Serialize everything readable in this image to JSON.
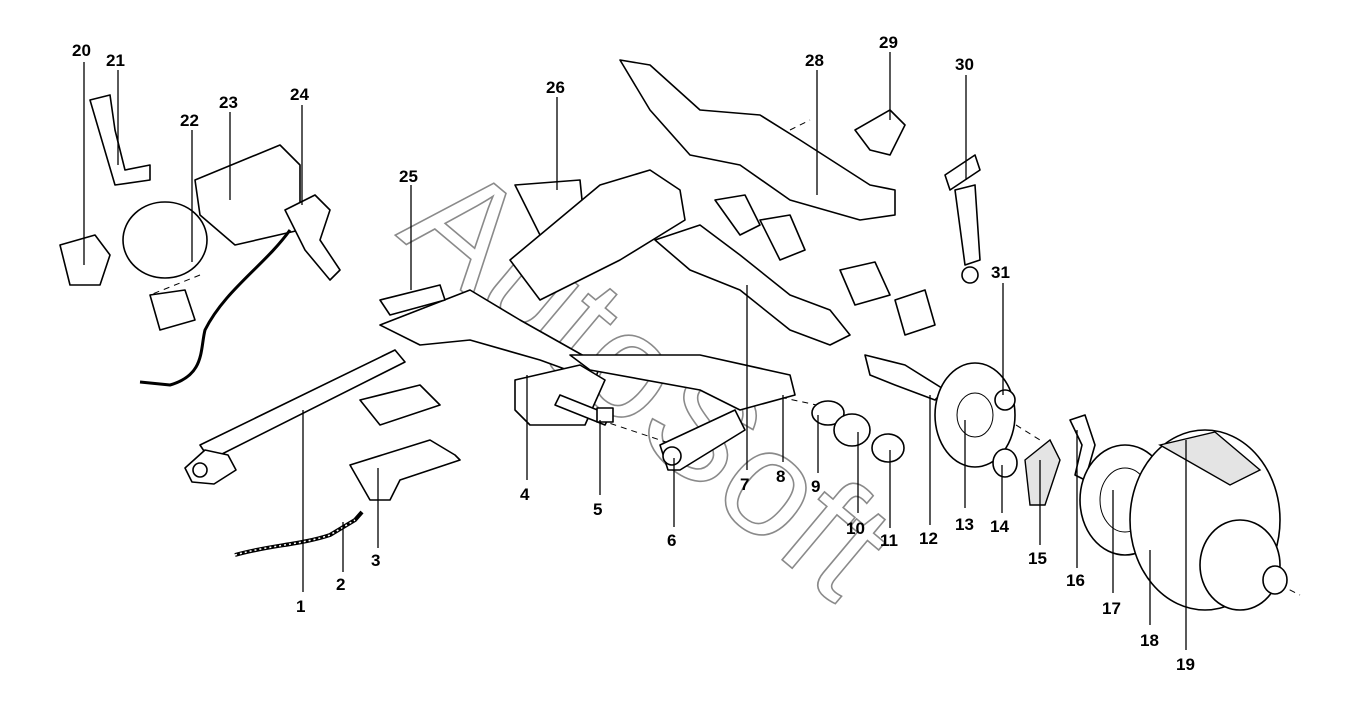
{
  "watermark": "AutoSoft",
  "callouts": [
    "1",
    "2",
    "3",
    "4",
    "5",
    "6",
    "7",
    "8",
    "9",
    "10",
    "11",
    "12",
    "13",
    "14",
    "15",
    "16",
    "17",
    "18",
    "19",
    "20",
    "21",
    "22",
    "23",
    "24",
    "25",
    "26",
    "28",
    "29",
    "30",
    "31"
  ]
}
